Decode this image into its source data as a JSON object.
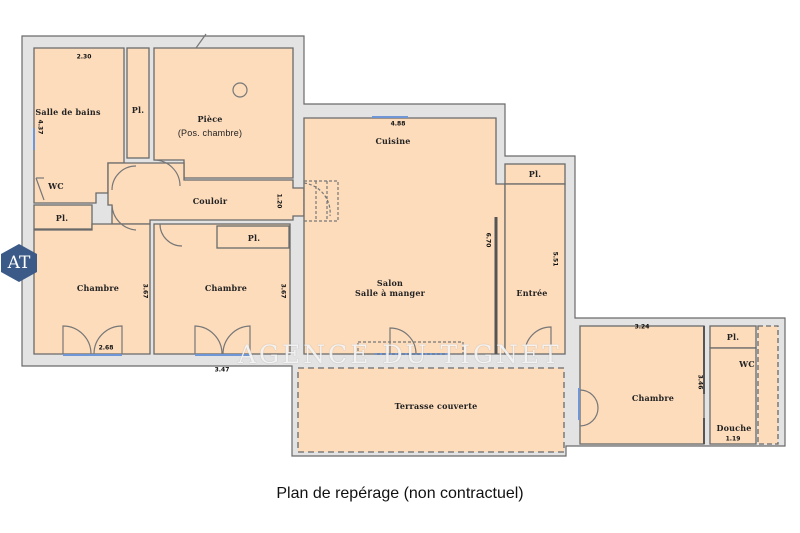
{
  "plan": {
    "caption": "Plan de repérage (non contractuel)",
    "watermark": "AGENCE DU TIGNET",
    "logo": {
      "text": "AT",
      "color": "#3c5a88"
    },
    "colors": {
      "floor": "#fddcbc",
      "wall": "#e2e2e2",
      "wall_outline": "#666666",
      "window": "#6f97d8"
    },
    "rooms": [
      {
        "id": "salle-de-bains",
        "label": "Salle de bains"
      },
      {
        "id": "placard-1",
        "label": "Pl."
      },
      {
        "id": "piece",
        "label": "Pièce",
        "sub": "(Pos. chambre)"
      },
      {
        "id": "wc-1",
        "label": "WC"
      },
      {
        "id": "couloir",
        "label": "Couloir"
      },
      {
        "id": "placard-2",
        "label": "Pl."
      },
      {
        "id": "placard-3",
        "label": "Pl."
      },
      {
        "id": "chambre-1",
        "label": "Chambre"
      },
      {
        "id": "chambre-2",
        "label": "Chambre"
      },
      {
        "id": "cuisine",
        "label": "Cuisine"
      },
      {
        "id": "placard-4",
        "label": "Pl."
      },
      {
        "id": "salon",
        "label": "Salon",
        "sub": "Salle à manger"
      },
      {
        "id": "entree",
        "label": "Entrée"
      },
      {
        "id": "terrasse",
        "label": "Terrasse couverte"
      },
      {
        "id": "chambre-3",
        "label": "Chambre"
      },
      {
        "id": "placard-5",
        "label": "Pl."
      },
      {
        "id": "wc-2",
        "label": "WC"
      },
      {
        "id": "douche",
        "label": "Douche"
      }
    ],
    "dimensions": {
      "salle_de_bains_width": "2.30",
      "salle_de_bains_height": "4.37",
      "couloir": "1.20",
      "chambre_1_height": "3.67",
      "chambre_1_width": "2.68",
      "chambre_2_height": "3.67",
      "chambre_2_width": "3.47",
      "cuisine_width": "4.88",
      "salon_height": "6.70",
      "entree_height": "5.51",
      "chambre_3_width": "3.24",
      "chambre_3_height": "3.46",
      "douche_width": "1.19"
    }
  }
}
